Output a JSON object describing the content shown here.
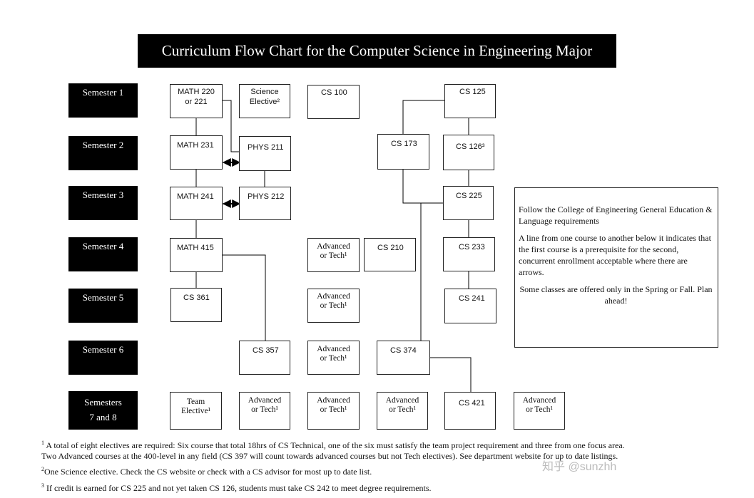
{
  "title": "Curriculum Flow Chart for the Computer Science in Engineering Major",
  "semesters": [
    {
      "label": "Semester 1"
    },
    {
      "label": "Semester 2"
    },
    {
      "label": "Semester 3"
    },
    {
      "label": "Semester 4"
    },
    {
      "label": "Semester 5"
    },
    {
      "label": "Semester 6"
    },
    {
      "label1": "Semesters",
      "label2": "7 and 8"
    }
  ],
  "courses": {
    "math220": "MATH 220\nor 221",
    "science": "Science\nElective²",
    "cs100": "CS 100",
    "cs125": "CS 125",
    "math231": "MATH 231",
    "phys211": "PHYS 211",
    "cs173": "CS 173",
    "cs126": "CS 126³",
    "math241": "MATH 241",
    "phys212": "PHYS 212",
    "cs225": "CS 225",
    "math415": "MATH 415",
    "adv4": "Advanced\nor Tech¹",
    "cs210": "CS 210",
    "cs233": "CS 233",
    "cs361": "CS 361",
    "adv5": "Advanced\nor Tech¹",
    "cs241": "CS 241",
    "cs357": "CS 357",
    "adv6": "Advanced\nor Tech¹",
    "cs374": "CS 374",
    "team": "Team\nElective¹",
    "adv7a": "Advanced\nor Tech¹",
    "adv7b": "Advanced\nor Tech¹",
    "adv7c": "Advanced\nor Tech¹",
    "cs421": "CS 421",
    "adv7d": "Advanced\nor Tech¹"
  },
  "note": {
    "p1": "Follow the College of Engineering General Education & Language requirements",
    "p2": "A line from one course to another below it indicates that the first course is a prerequisite for the second, concurrent enrollment acceptable where there are arrows.",
    "p3": "Some classes are offered only in the Spring or Fall. Plan ahead!"
  },
  "footnotes": {
    "f1_num": "1",
    "f1a": "A total of eight electives are required: Six course that total 18hrs of CS Technical, one of the six must satisfy the team project requirement and three from one focus area.",
    "f1b": "Two Advanced courses at the 400-level in any field (CS 397 will count towards advanced courses but not Tech electives). See department website for up to date listings.",
    "f2_num": "2",
    "f2": "One Science elective. Check the CS website or check with a CS advisor for most up to date list.",
    "f3_num": "3",
    "f3": "If credit is earned for CS 225 and not yet taken CS 126, students must take CS 242 to meet degree requirements."
  },
  "watermark": "知乎 @sunzhh"
}
